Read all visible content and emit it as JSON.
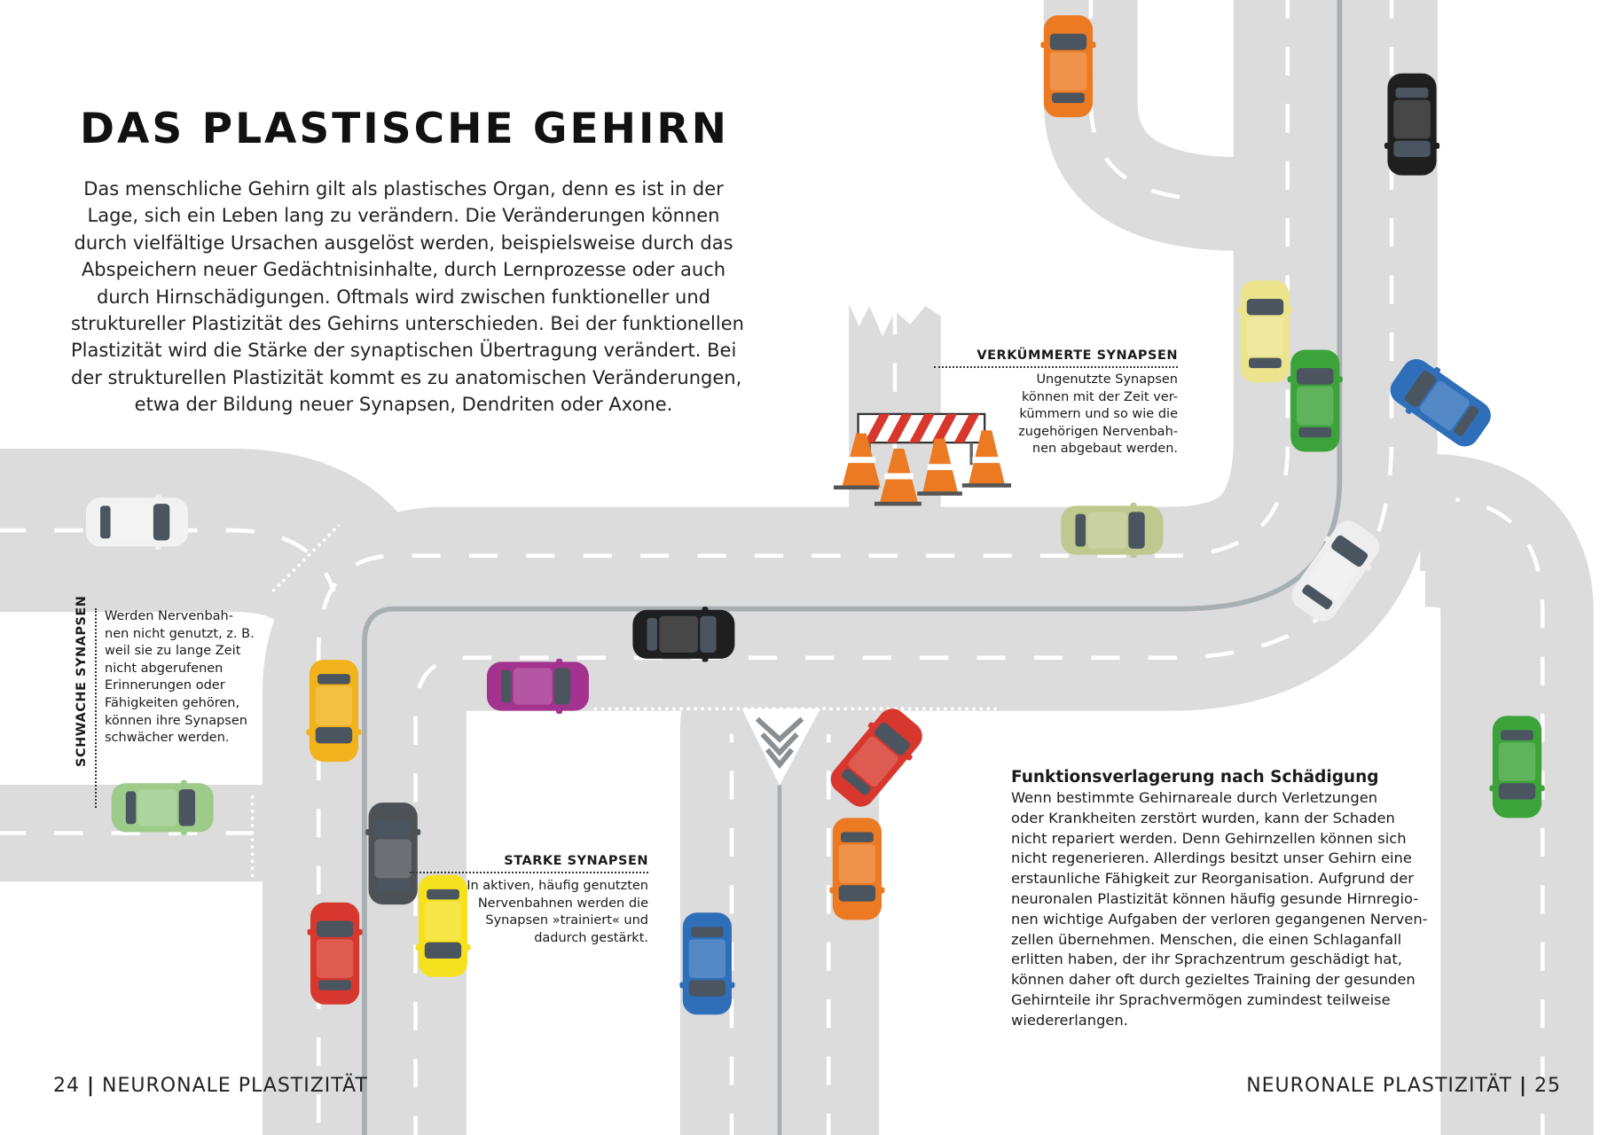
{
  "title": "DAS PLASTISCHE GEHIRN",
  "intro_lines": [
    "Das menschliche Gehirn gilt als plastisches Organ, denn es ist in der",
    "Lage, sich ein Leben lang zu verändern. Die Veränderungen können",
    "durch vielfältige Ursachen ausgelöst werden, beispielsweise durch das",
    "Abspeichern neuer Gedächtnisinhalte, durch Lernprozesse oder auch",
    "durch Hirnschädigungen. Oftmals wird zwischen funktioneller und",
    "struktureller Plastizität des Gehirns unterschieden. Bei der funktionellen",
    "Plastizität wird die Stärke der synaptischen Übertragung verändert. Bei",
    "der strukturellen Plastizität kommt es zu anatomischen Veränderungen,",
    "etwa der Bildung neuer Synapsen, Dendriten oder Axone."
  ],
  "verkuemmerte": {
    "heading": "VERKÜMMERTE SYNAPSEN",
    "lines": [
      "Ungenutzte Synapsen",
      "können mit der Zeit ver-",
      "kümmern und so wie die",
      "zugehörigen Nervenbah-",
      "nen abgebaut werden."
    ]
  },
  "schwache": {
    "heading": "SCHWACHE SYNAPSEN",
    "lines": [
      "Werden Nervenbah-",
      "nen nicht genutzt, z. B.",
      "weil sie zu lange Zeit",
      "nicht abgerufenen",
      "Erinnerungen oder",
      "Fähigkeiten gehören,",
      "können ihre Synapsen",
      "schwächer werden."
    ]
  },
  "starke": {
    "heading": "STARKE SYNAPSEN",
    "lines": [
      "In aktiven, häufig genutzten",
      "Nervenbahnen werden die",
      "Synapsen »trainiert« und",
      "dadurch gestärkt."
    ]
  },
  "funktion": {
    "heading": "Funktionsverlagerung nach Schädigung",
    "lines": [
      "Wenn bestimmte Gehirnareale durch Verletzungen",
      "oder Krankheiten zerstört wurden, kann der Schaden",
      "nicht repariert werden. Denn Gehirnzellen können sich",
      "nicht regenerieren. Allerdings besitzt unser Gehirn eine",
      "erstaunliche Fähigkeit zur Reorganisation. Aufgrund der",
      "neuronalen Plastizität können häufig gesunde Hirnregio-",
      "nen wichtige Aufgaben der verloren gegangenen Nerven-",
      "zellen übernehmen. Menschen, die einen Schlaganfall",
      "erlitten haben, der ihr Sprachzentrum geschädigt hat,",
      "können daher oft durch gezieltes Training der gesunden",
      "Gehirnteile ihr Sprachvermögen zumindest teilweise",
      "wiedererlangen."
    ]
  },
  "footer": {
    "left_page": "24",
    "left_title": "NEURONALE PLASTIZITÄT",
    "right_title": "NEURONALE PLASTIZITÄT",
    "right_page": "25",
    "separator": "|"
  },
  "colors": {
    "road": "#dcdcdc",
    "divider": "#a7afb3",
    "cone": "#ec7a23",
    "barrier": "#d7372c"
  }
}
